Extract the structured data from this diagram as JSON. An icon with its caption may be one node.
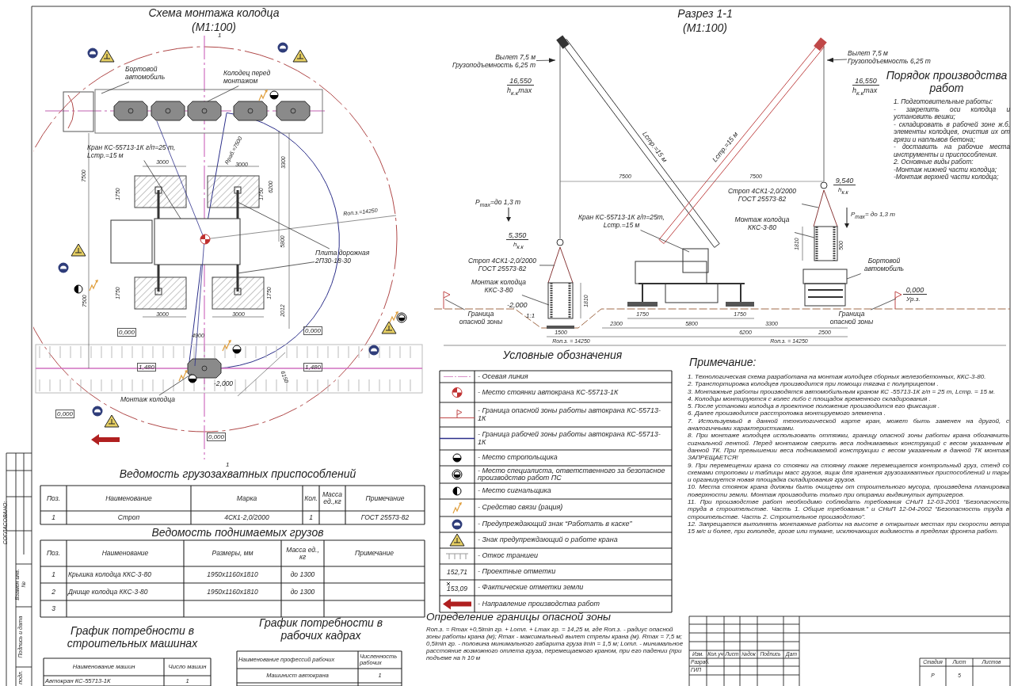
{
  "diagram": {
    "nodes": [
      {
        "text": [
          "Бортовой автомобиль"
        ]
      },
      {
        "text": [
          "Колодец перед монтажом"
        ]
      },
      {
        "text": [
          "Кран КС-55713-1К г/п=25 т, Lстр.=15 м"
        ]
      },
      {
        "text": [
          "Плита дорожная 2П30-18-30"
        ]
      },
      {
        "text": [
          "Монтаж колодца"
        ]
      },
      {
        "text": [
          "Вылет 7,5 м Грузоподъемность 6,25 т"
        ]
      },
      {
        "text": [
          "Вылет 7,5 м Грузоподъемность 6,25 т"
        ]
      },
      {
        "text": [
          "Строп 4СК1-2,0/2000 ГОСТ 25573-82"
        ]
      },
      {
        "text": [
          "Монтаж колодца ККС-3-80"
        ]
      },
      {
        "text": [
          "Граница опасной зоны"
        ]
      },
      {
        "text": [
          "Кран КС-55713-1К г/п=25т, Lстр.=15 м"
        ]
      },
      {
        "text": [
          "Строп 4СК1-2,0/2000 ГОСТ 25573-82"
        ]
      },
      {
        "text": [
          "Монтаж колодца ККС-3-80"
        ]
      },
      {
        "text": [
          "Бортовой автомобиль"
        ]
      },
      {
        "text": [
          "Граница опасной зоны"
        ]
      }
    ],
    "edges": [
      {
        "from": 0,
        "to": null,
        "arrow": "none"
      },
      {
        "from": 1,
        "to": null,
        "arrow": "none"
      },
      {
        "from": 2,
        "to": null,
        "arrow": "none"
      },
      {
        "from": 3,
        "to": null,
        "arrow": "none"
      },
      {
        "from": 3,
        "to": null,
        "arrow": "none"
      },
      {
        "from": 4,
        "to": null,
        "arrow": "none"
      },
      {
        "from": 5,
        "to": null,
        "arrow": "to"
      },
      {
        "from": 6,
        "to": null,
        "arrow": "to"
      },
      {
        "from": 7,
        "to": null,
        "arrow": "none"
      },
      {
        "from": 8,
        "to": null,
        "arrow": "none"
      },
      {
        "from": 9,
        "to": null,
        "arrow": "none"
      },
      {
        "from": 10,
        "to": null,
        "arrow": "none"
      },
      {
        "from": 11,
        "to": null,
        "arrow": "none"
      },
      {
        "from": 12,
        "to": null,
        "arrow": "none"
      },
      {
        "from": 13,
        "to": null,
        "arrow": "none"
      },
      {
        "from": 14,
        "to": null,
        "arrow": "none"
      }
    ],
    "labels": [
      "Схема монтажа колодца",
      "(М1:100)",
      "1",
      "3000",
      "Rраб.=7500",
      "3000",
      "3300",
      "7500",
      "1750",
      "1750",
      "6200",
      "Rоп.з.=14250",
      "5800",
      "1750",
      "1750",
      "2012",
      "7500",
      "3000",
      "3000",
      "0,000",
      "0,000",
      "4900",
      "1,480",
      "1,480",
      "-2,000",
      "6150",
      "0,000",
      "0,000",
      "1",
      "Разрез 1-1",
      "(М1:100)",
      "16,550",
      "h$_{к.к}$max",
      "16,550",
      "h$_{к.к}$max",
      "Lстр.=15 м",
      "Lстр.=15 м",
      "7500",
      "7500",
      "P$_{max}$=до 1,3 т",
      "9,540",
      "h$_{к.к}$",
      "P$_{max}$= до 1,3 т",
      "5,350",
      "h$_{к.к}$",
      "1810",
      "1810",
      "500",
      "-2,000",
      "1:1",
      "0,000",
      "Ур.з.",
      "1750",
      "1750",
      "2300",
      "5800",
      "3300",
      "1500",
      "6200",
      "2500",
      "Rоп.з. = 14250",
      "Rоп.з. = 14250",
      "Порядок производства работ",
      "1. Подготовительные работы:",
      "- закрепить оси колодца и установить вешки;",
      "- складировать в рабочей зоне ж.б. элементы колодцев, очистив их от грязи и наплывов бетона;",
      "- доставить на рабочие места инструменты и приспособления.",
      "2. Основные виды работ:",
      "-Монтаж нижней части колодца;",
      "-Монтаж верхней части колодца;",
      "Ведомость грузозахватных приспособлений",
      "Поз.",
      "Наименование",
      "Марка",
      "Кол.",
      "Масса ед.,кг",
      "Примечание",
      "1",
      "Строп",
      "4СК1-2,0/2000",
      "1",
      "ГОСТ 25573-82",
      "Ведомость поднимаемых грузов",
      "Поз.",
      "Наименование",
      "Размеры, мм",
      "Масса ед., кг",
      "Примечание",
      "1",
      "Крышка колодца ККС-3-80",
      "1950х1160х1810",
      "до 1300",
      "2",
      "Днище колодца ККС-3-80",
      "1950х1160х1810",
      "до 1300",
      "3",
      "График потребности в строительных машинах",
      "Наименование машин",
      "Число машин",
      "Автокран КС-55713-1К",
      "1",
      "График потребности в рабочих кадрах",
      "Наименование профессий рабочих",
      "Численность рабочих",
      "Машинист автокрана",
      "1",
      "СОГЛАСОВАНО:",
      "Взамен инв. №",
      "Подпись и дата",
      "подл.",
      "Условные обозначения",
      "152,71",
      "153,09",
      "Определение границы опасной зоны",
      "Rоп.з. = Rmax +0,5lmin гр. + Lотл. + Lmax гр. = 14,25 м, где Rоп.з. - радиус опасной зоны работы крана (м); Rmax - максимальный вылет стрелы крана (м). Rmax = 7,5 м; 0,5lmin гр. - половина минимального габарита груза lmin = 1,5 м; Lотл. - минимальное расстояние возможного отлета груза, перемещаемого краном, при его падении (при подъеме на h 10 м",
      "Примечание:",
      "1. Технологическая схема разработана на монтаж колодцев сборных железобетонных, ККС-3-80.",
      "2. Транспортировка колодцев производится при помощи тягача с полуприцепом .",
      "3. Монтажные работы производятся автомобильным краном КС -55713-1К г/п = 25 т, Lстр. = 15 м.",
      "4. Колодцы монтируются с колес либо с площадок временного складирования .",
      "5. После установки колодца в проектное положение производится его фиксация .",
      "6. Далее производится расстроповка монтируемого элемента .",
      "7. Используемый в данной технологической карте кран, может быть заменен на другой, с аналогичными характеристиками.",
      "8. При монтаже колодцев использовать оттяжки, границу опасной зоны работы крана обозначить сигнальной лентой. Перед монтажом сверить веса поднимаемых конструкций с весом указанным в данной ТК. При превышении веса поднимаемой конструкции с весом указанным в данной ТК монтаж ЗАПРЕЩАЕТСЯ!",
      "9. При перемещении крана со стоянки на стоянку также перемещается контрольный груз, стенд со схемами строповки и таблицы масс грузов, ящик для хранения грузозахватных приспособлений и тары и организуется новая площадка складирования грузов.",
      "10. Места стоянок крана должны быть очищены от строительного мусора, произведена планировка поверхности земли. Монтаж производить только при опирании выдвинутых аутригеров.",
      "11. При производстве работ необходимо соблюдать требования СНиП 12-03-2001 “Безопасность труда в строительстве. Часть 1. Общие требования.” и СНиП 12-04-2002 “Безопасность труда в строительстве. Часть 2. Строительное производство”.",
      "12. Запрещается выполнять монтажные работы на высоте в открытых местах при скорости ветра 15 м/с и более, при гололеде, грозе или тумане, исключающих видимость в пределах фронта работ.",
      "Изм.",
      "Кол.уч",
      "Лист",
      "№док",
      "Подпись",
      "Дат",
      "Разраб.",
      "ГИП",
      "Стадия",
      "Лист",
      "Листов",
      "Р",
      "5"
    ],
    "legend": [
      {
        "text": "- Осевая линия"
      },
      {
        "text": "- Место стоянки автокрана КС-55713-1К"
      },
      {
        "text": "- Граница опасной зоны работы автокрана КС-55713-1К"
      },
      {
        "text": "- Граница рабочей зоны работы автокрана КС-55713-1К"
      },
      {
        "text": "- Место стропольщика"
      },
      {
        "text": "- Место специалиста, ответственного за безопасное производство работ ПС"
      },
      {
        "text": "- Место сигнальщика"
      },
      {
        "text": "- Средство связи (рация)"
      },
      {
        "text": "- Предупреждающий знак “Работать в каске”"
      },
      {
        "text": "- Знак предупреждающий о работе крана"
      },
      {
        "text": "- Откос траншеи"
      },
      {
        "text": "- Проектные отметки"
      },
      {
        "text": "- Фактические отметки земли"
      },
      {
        "text": "- Направление производства работ"
      }
    ]
  }
}
